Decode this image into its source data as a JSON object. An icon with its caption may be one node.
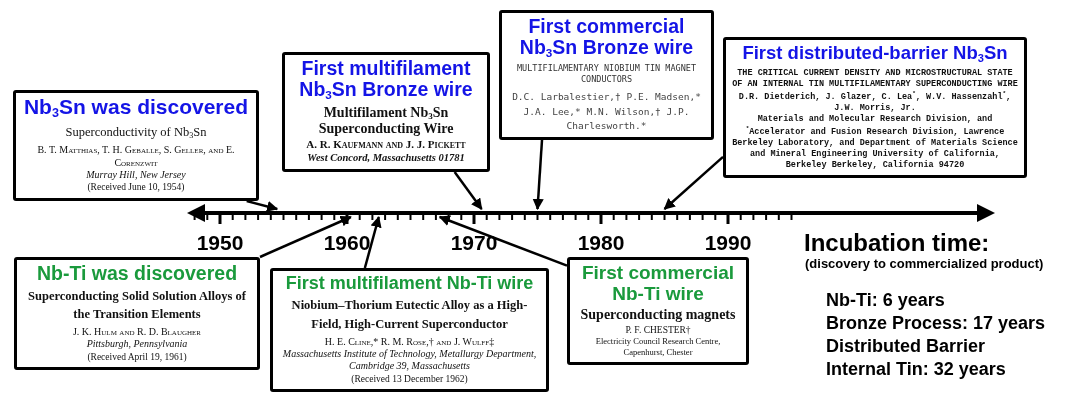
{
  "diagram": {
    "nodes": [
      {
        "text": [
          "Nb$_{3}$Sn was discovered",
          "Superconductivity of Nb$_{3}$Sn",
          "B. T. Matthias, T. H. Geballe, S. Geller, and E. Corenzwit",
          "Murray Hill, New Jersey",
          "(Received June 10, 1954)"
        ]
      },
      {
        "text": [
          "First multifilament Nb$_{3}$Sn Bronze wire",
          "Multifilament Nb$_{3}$Sn Superconducting Wire",
          "A. R. Kaufmann and J. J. Pickett",
          "West Concord, Massachusetts 01781"
        ]
      },
      {
        "text": [
          "First commercial Nb$_{3}$Sn Bronze wire",
          "MULTIFILAMENTARY NIOBIUM TIN MAGNET CONDUCTORS",
          "D.C. Larbalestier,† P.E. Madsen,* J.A. Lee,* M.N. Wilson,† J.P. Charlesworth.*"
        ]
      },
      {
        "text": [
          "First distributed-barrier Nb$_{3}$Sn",
          "THE CRITICAL CURRENT DENSITY AND MICROSTRUCTURAL STATE OF AN INTERNAL TIN MULTIFILAMENTARY SUPERCONDUCTING WIRE",
          "D.R. Dietderich, J. Glazer, C. Lea$^{*}$, W.V. Hassenzahl$^{*}$, J.W. Morris, Jr.",
          "Materials and Molecular Research Division, and $^{*}$Accelerator and Fusion Research Division, Lawrence Berkeley Laboratory, and Department of Materials Science and Mineral Engineering University of California, Berkeley Berkeley, California 94720"
        ]
      },
      {
        "text": [
          "Nb-Ti was discovered",
          "Superconducting Solid Solution Alloys of the Transition Elements",
          "J. K. Hulm and R. D. Blaugher",
          "Pittsburgh, Pennsylvania",
          "(Received April 19, 1961)"
        ]
      },
      {
        "text": [
          "First multifilament Nb-Ti wire",
          "Niobium–Thorium Eutectic Alloy as a High-Field, High-Current Superconductor",
          "H. E. Cline,* R. M. Rose,† and J. Wulff‡",
          "Massachusetts Institute of Technology, Metallurgy Department, Cambridge 39, Massachusetts",
          "(Received 13 December 1962)"
        ]
      },
      {
        "text": [
          "First commercial Nb-Ti wire",
          "Superconducting magnets",
          "P. F. CHESTER†",
          "Electricity Council Research Centre, Capenhurst, Chester"
        ]
      },
      {
        "text": [],
        "shape": "bar"
      }
    ],
    "edges": [
      {
        "from": 0,
        "to": 7,
        "arrow": "to"
      },
      {
        "from": 1,
        "to": 7,
        "arrow": "to"
      },
      {
        "from": 2,
        "to": 7,
        "arrow": "to"
      },
      {
        "from": 3,
        "to": 7,
        "arrow": "to"
      },
      {
        "from": 4,
        "to": 7,
        "arrow": "to"
      },
      {
        "from": 5,
        "to": 7,
        "arrow": "to"
      },
      {
        "from": 6,
        "to": 7,
        "arrow": "to"
      }
    ],
    "labels": [
      "1950",
      "1960",
      "1970",
      "1980",
      "1990",
      "Incubation time:",
      "(discovery to commercialized product)",
      "Nb-Ti: 6 years",
      "Bronze Process: 17 years",
      "Distributed Barrier",
      "Internal Tin: 32 years"
    ]
  }
}
